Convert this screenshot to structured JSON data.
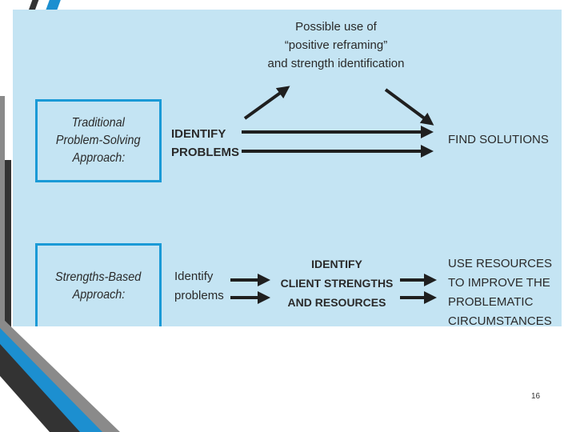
{
  "colors": {
    "panel": "#c4e4f3",
    "box_border": "#1a9ad6",
    "stripe_blue": "#1c8fd0",
    "stripe_dark": "#333333",
    "stripe_gray": "#8a8a8a",
    "arrow": "#1f1f1f"
  },
  "top_note": {
    "lines": [
      "Possible use of",
      "“positive reframing”",
      "and strength identification"
    ]
  },
  "traditional": {
    "label_lines": [
      "Traditional",
      "Problem-Solving",
      "Approach:"
    ],
    "step1_lines": [
      "IDENTIFY",
      "PROBLEMS"
    ],
    "step2": "FIND SOLUTIONS"
  },
  "strengths": {
    "label_lines": [
      "Strengths-Based",
      "Approach:"
    ],
    "step1_lines": [
      "Identify",
      "problems"
    ],
    "step2_lines": [
      "IDENTIFY",
      "CLIENT STRENGTHS",
      "AND RESOURCES"
    ],
    "step3_lines": [
      "USE RESOURCES",
      "TO IMPROVE THE",
      "PROBLEMATIC",
      "CIRCUMSTANCES"
    ]
  },
  "page_number": "16"
}
